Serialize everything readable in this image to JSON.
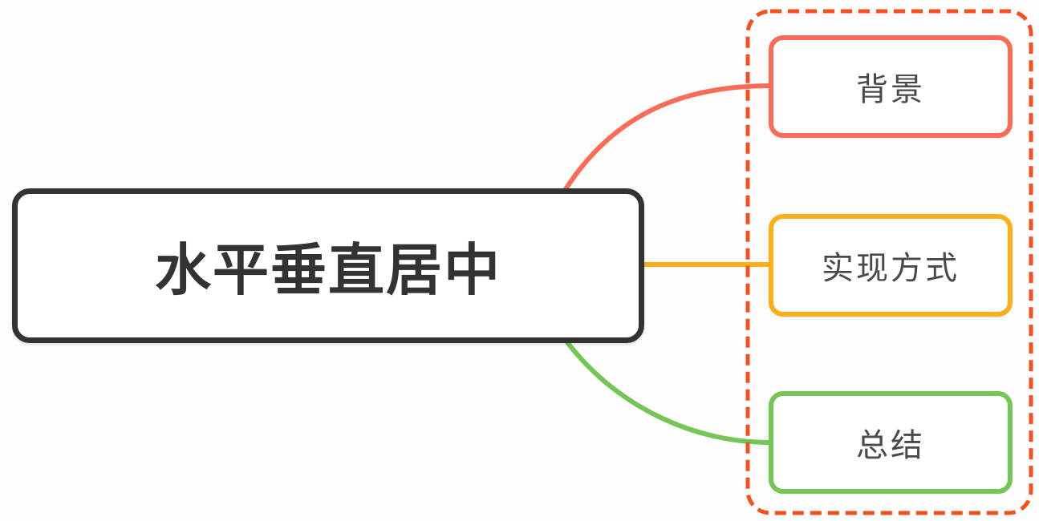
{
  "diagram": {
    "type": "mindmap",
    "background": "#fdfdfd",
    "root": {
      "label": "水平垂直居中",
      "border_color": "#333333",
      "text_color": "#333333",
      "fill": "#ffffff"
    },
    "children": [
      {
        "label": "背景",
        "color": "#f96c57"
      },
      {
        "label": "实现方式",
        "color": "#fbb017"
      },
      {
        "label": "总结",
        "color": "#75c656"
      }
    ],
    "group": {
      "border_color": "#f7501f",
      "border_style": "dashed"
    },
    "child_text_color": "#4a4a4a"
  }
}
